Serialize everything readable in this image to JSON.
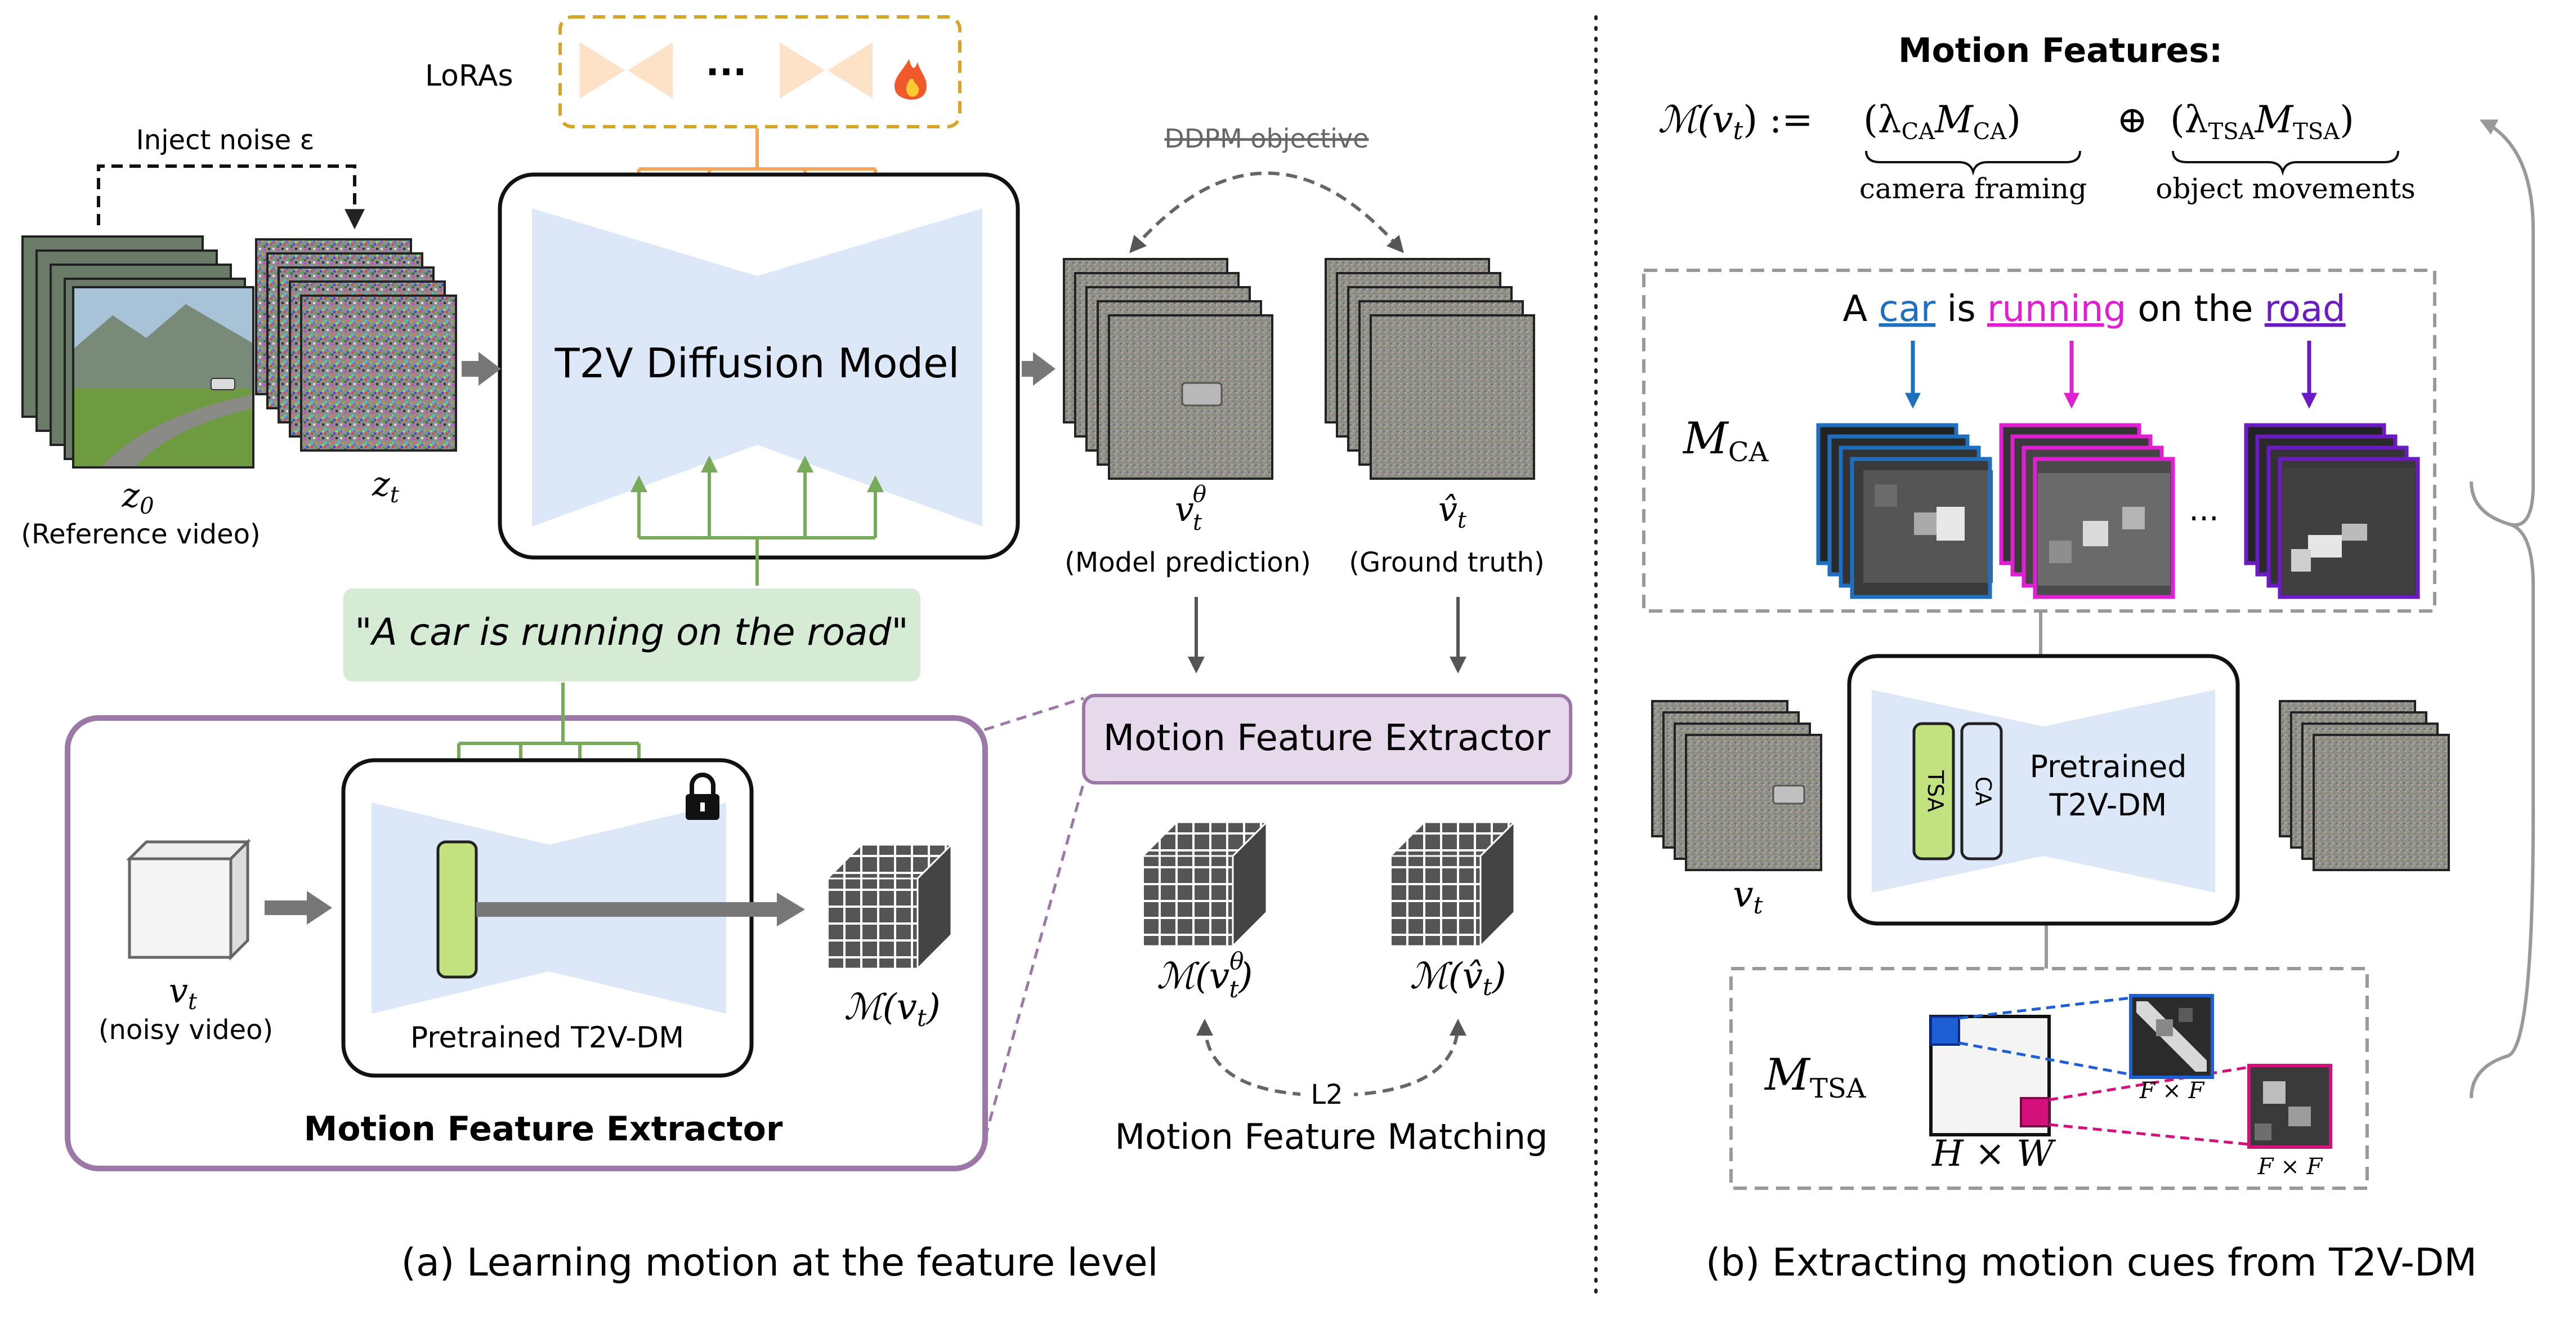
{
  "panel_a": {
    "caption": "(a) Learning motion at the feature level",
    "loras_label": "LoRAs",
    "loras_ellipsis": "···",
    "fire_icon": "fire-icon",
    "inject_noise_label": "Inject noise ε",
    "z0": {
      "symbol": "z",
      "sub": "0",
      "desc": "(Reference video)"
    },
    "zt": {
      "symbol": "z",
      "sub": "t"
    },
    "diffusion_model_label": "T2V Diffusion Model",
    "ddpm_label": "DDPM objective",
    "v_pred": {
      "symbol": "v",
      "sub": "t",
      "sup": "θ",
      "desc": "(Model prediction)"
    },
    "v_gt": {
      "symbol": "v̂",
      "sub": "t",
      "desc": "(Ground truth)"
    },
    "prompt": "\"A car is running on the road\"",
    "mfe_box_label": "Motion Feature Extractor",
    "extractor": {
      "title": "Motion Feature Extractor",
      "model_label": "Pretrained T2V-DM",
      "lock_icon": "lock-icon",
      "input": {
        "symbol": "v",
        "sub": "t",
        "desc": "(noisy video)"
      },
      "output": "ℳ(v",
      "output_sub": "t",
      "output_close": ")"
    },
    "feature_pred": {
      "prefix": "ℳ(v",
      "sub": "t",
      "sup": "θ",
      "close": ")"
    },
    "feature_gt": {
      "prefix": "ℳ(v̂",
      "sub": "t",
      "close": ")"
    },
    "l2_label": "L2",
    "matching_label": "Motion Feature Matching"
  },
  "panel_b": {
    "caption": "(b) Extracting motion cues from T2V-DM",
    "title": "Motion Features:",
    "formula": {
      "lhs": "ℳ(v",
      "lhs_sub": "t",
      "lhs_close": ") :=",
      "term1": "(λ",
      "term1_sub1": "CA",
      "term1_mid": "M",
      "term1_sub2": "CA",
      "term1_close": ")",
      "oplus": "⊕",
      "term2": "(λ",
      "term2_sub1": "TSA",
      "term2_mid": "M",
      "term2_sub2": "TSA",
      "term2_close": ")",
      "brace1_label": "camera framing",
      "brace2_label": "object movements"
    },
    "sentence": {
      "w1": "A",
      "w2": "car",
      "w3": "is",
      "w4": "running",
      "w5": "on the",
      "w6": "road"
    },
    "mca": {
      "symbol": "M",
      "sub": "CA"
    },
    "ellipsis": "···",
    "model": {
      "tsa": "TSA",
      "ca": "CA",
      "label_line1": "Pretrained",
      "label_line2": "T2V-DM"
    },
    "vt": {
      "symbol": "v",
      "sub": "t"
    },
    "mtsa": {
      "symbol": "M",
      "sub": "TSA"
    },
    "hw_label": "H × W",
    "ff_label1": "F × F",
    "ff_label2": "F × F"
  },
  "colors": {
    "orange": "#F5A55A",
    "green": "#77AB59",
    "blue_model": "#DCE8F8",
    "purple_box": "#9C78A8",
    "mfe_fill": "#E7D9EC",
    "prompt_fill": "#D6EBD4",
    "car_blue": "#1F6FBF",
    "running_magenta": "#E01FD2",
    "road_purple": "#6A1BC2",
    "gold_dash": "#D7A42A",
    "tsa_green": "#C2E27F"
  }
}
